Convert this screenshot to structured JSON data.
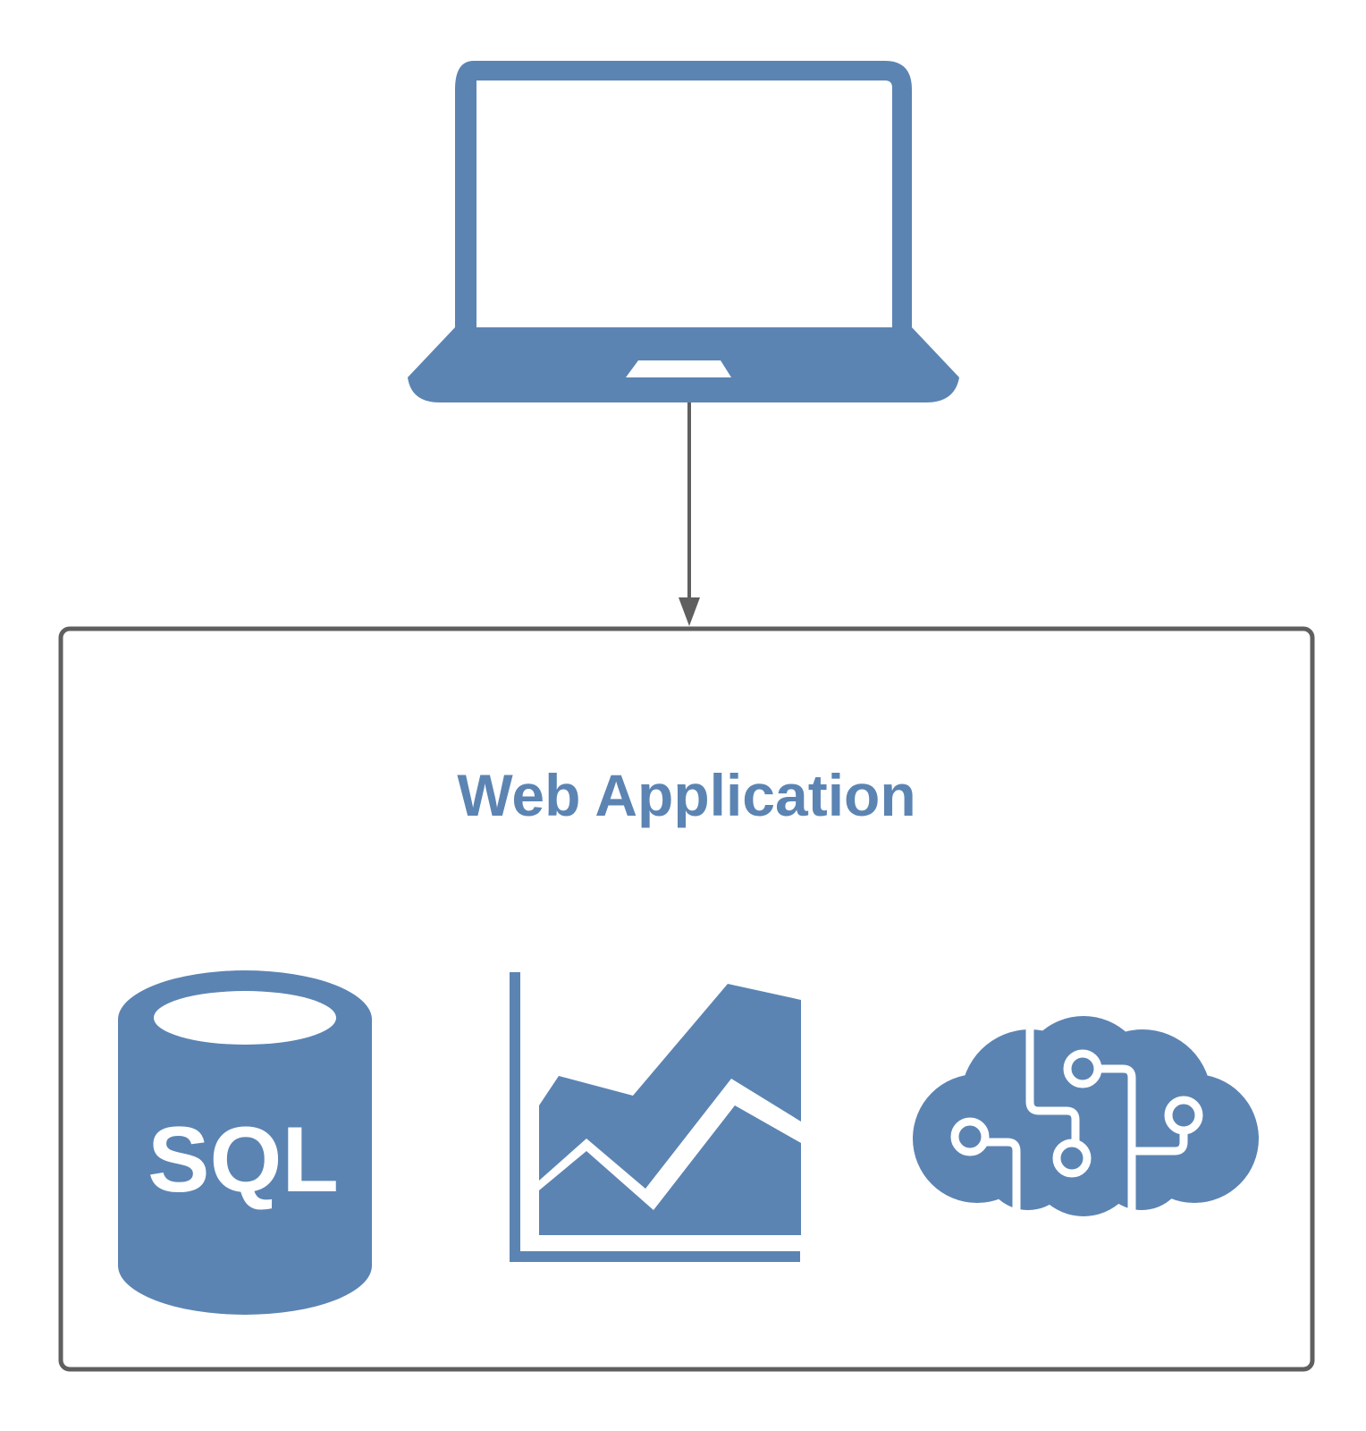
{
  "diagram": {
    "title": "Web Application",
    "database_label": "SQL",
    "nodes": [
      {
        "id": "client",
        "icon": "laptop-icon"
      },
      {
        "id": "web-application",
        "icon": "container-box"
      },
      {
        "id": "database",
        "icon": "sql-database-icon"
      },
      {
        "id": "analytics",
        "icon": "area-chart-icon"
      },
      {
        "id": "ai",
        "icon": "cloud-brain-circuit-icon"
      }
    ],
    "edges": [
      {
        "from": "client",
        "to": "web-application",
        "style": "arrow"
      }
    ]
  },
  "colors": {
    "icon_blue": "#5b84b3",
    "line_gray": "#5f5f5f",
    "background": "#ffffff"
  }
}
